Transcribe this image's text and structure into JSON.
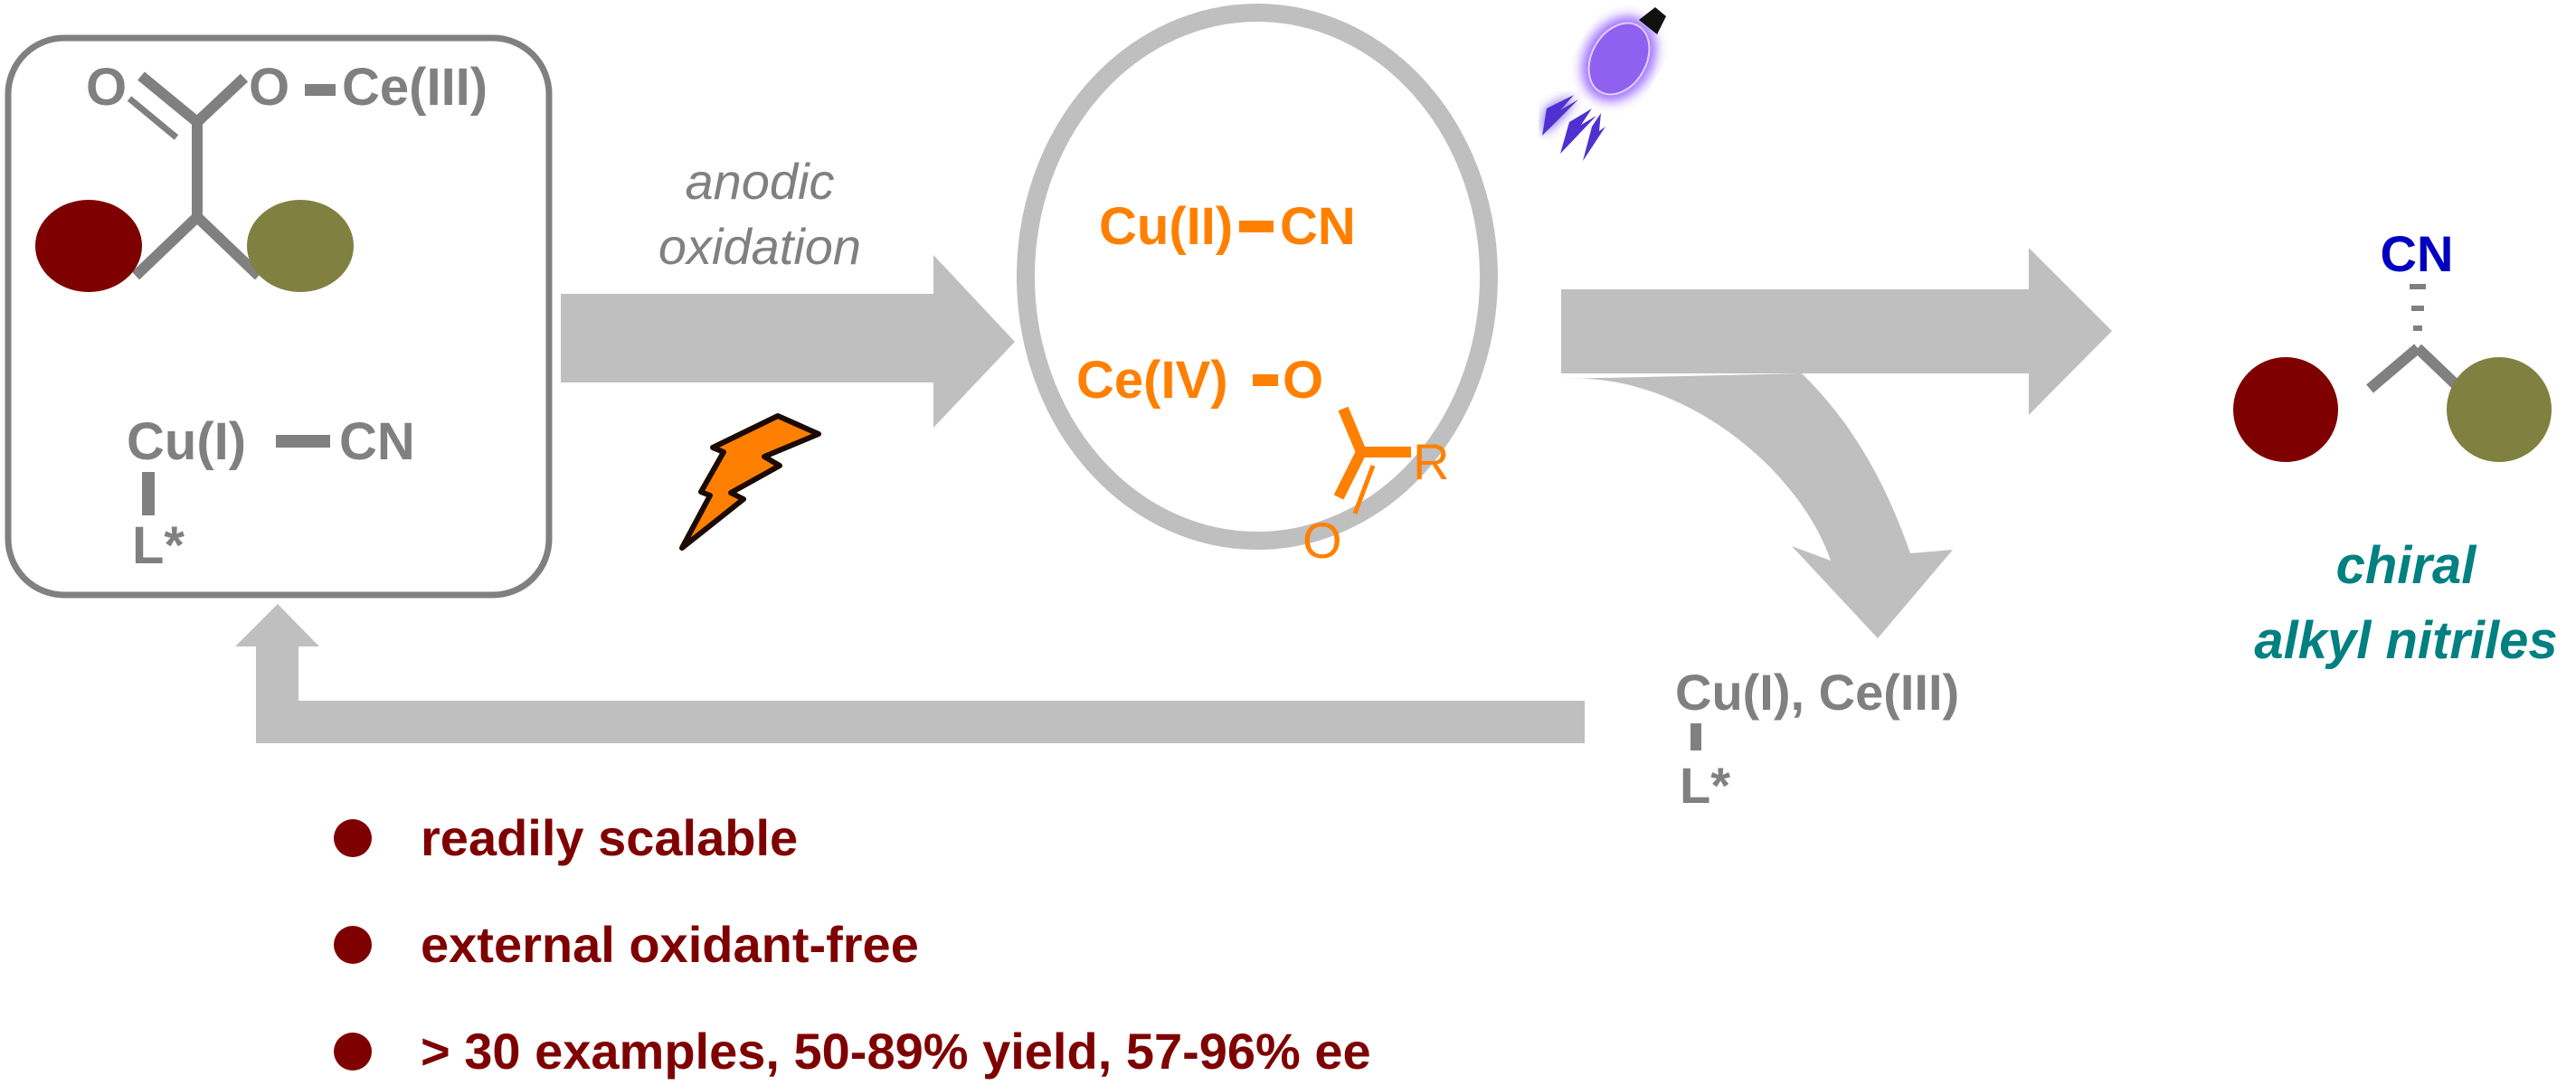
{
  "colors": {
    "arrow": "#bfbfbf",
    "structure_gray": "#808080",
    "orange": "#ff8000",
    "dark_red": "#7f0000",
    "olive": "#808040",
    "teal": "#008080",
    "blue": "#0000c0"
  },
  "reactant_box": {
    "carbonyl_o": "O",
    "ester_o_ce": "O",
    "ce_label": "Ce(III)",
    "cu_label": "Cu(I)",
    "cn_label": "CN",
    "ligand": "L*"
  },
  "arrow_label": {
    "line1": "anodic",
    "line2": "oxidation"
  },
  "icons": {
    "electricity": "lightning-bolt-icon",
    "light": "light-bulb-icon"
  },
  "intermediate_circle": {
    "cu_label": "Cu(II)",
    "cn_label": "CN",
    "ce_label": "Ce(IV)",
    "o_label": "O",
    "r_label": "R",
    "carbonyl_o": "O"
  },
  "byproduct": {
    "metals": "Cu(I), Ce(III)",
    "ligand": "L*"
  },
  "product": {
    "cn_label": "CN",
    "line1": "chiral",
    "line2": "alkyl nitriles"
  },
  "features": [
    "readily scalable",
    "external oxidant-free",
    "> 30 examples, 50-89% yield, 57-96% ee"
  ]
}
